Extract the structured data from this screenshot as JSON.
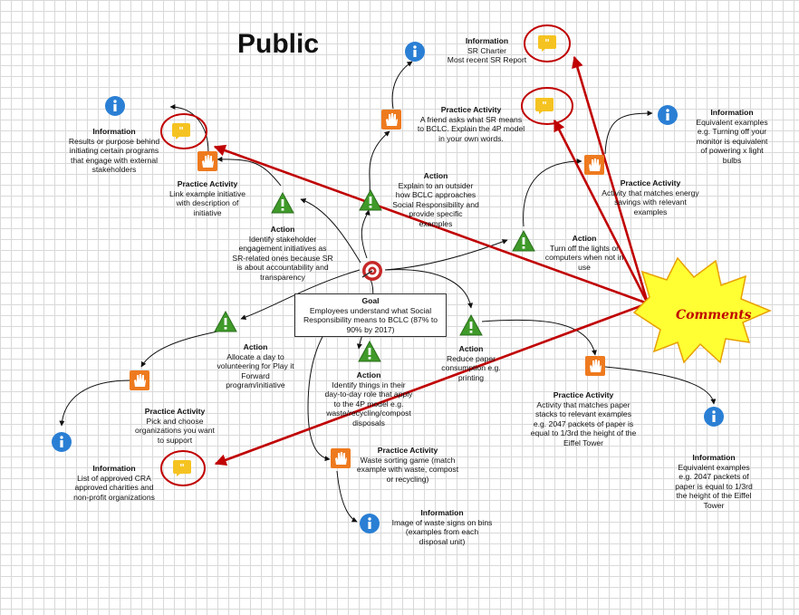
{
  "title": "Public",
  "goal": {
    "title": "Goal",
    "text": "Employees understand what Social Responsibility means to BCLC (87% to 90% by 2017)"
  },
  "comments_label": "Comments",
  "nodes": {
    "info_charter": {
      "title": "Information",
      "lines": [
        "SR Charter",
        "Most recent SR Report"
      ]
    },
    "pa_friend": {
      "title": "Practice Activity",
      "lines": [
        "A friend asks what SR means",
        "to BCLC. Explain the 4P model",
        "in your own words."
      ]
    },
    "info_equiv_energy": {
      "title": "Information",
      "lines": [
        "Equivalent examples",
        "e.g. Turning off your",
        "monitor is equivalent",
        "of powering x light",
        "bulbs"
      ]
    },
    "info_results": {
      "title": "Information",
      "lines": [
        "Results or purpose behind",
        "initiating certain programs",
        "that engage with external",
        "stakeholders"
      ]
    },
    "pa_link": {
      "title": "Practice Activity",
      "lines": [
        "Link example initiative",
        "with description of",
        "initiative"
      ]
    },
    "action_explain": {
      "title": "Action",
      "lines": [
        "Explain to an outsider",
        "how BCLC approaches",
        "Social Responsibility and",
        "provide specific",
        "examples"
      ]
    },
    "pa_energy": {
      "title": "Practice Activity",
      "lines": [
        "Activity that matches energy",
        "savings with relevant",
        "examples"
      ]
    },
    "action_stakeholder": {
      "title": "Action",
      "lines": [
        "Identify stakeholder",
        "engagement initiatives as",
        "SR-related ones because SR",
        "is about accountability and",
        "transparency"
      ]
    },
    "action_lights": {
      "title": "Action",
      "lines": [
        "Turn off the lights or",
        "computers when not in",
        "use"
      ]
    },
    "action_volunteer": {
      "title": "Action",
      "lines": [
        "Allocate a day to",
        "volunteering for Play it",
        "Forward",
        "program/initiative"
      ]
    },
    "action_identify": {
      "title": "Action",
      "lines": [
        "Identify things in their",
        "day-to-day role that apply",
        "to the 4P model e.g.",
        "waste/recycling/compost",
        "disposals"
      ]
    },
    "action_paper": {
      "title": "Action",
      "lines": [
        "Reduce paper",
        "consumption e.g.",
        "printing"
      ]
    },
    "pa_paper": {
      "title": "Practice Activity",
      "lines": [
        "Activity that matches paper",
        "stacks to relevant examples",
        "e.g. 2047 packets of paper is",
        "equal to 1/3rd the height of the",
        "Eiffel Tower"
      ]
    },
    "pa_charities": {
      "title": "Practice Activity",
      "lines": [
        "Pick and choose",
        "organizations you want",
        "to support"
      ]
    },
    "info_cra": {
      "title": "Information",
      "lines": [
        "List of approved CRA",
        "approved charities and",
        "non-profit organizations"
      ]
    },
    "pa_waste": {
      "title": "Practice Activity",
      "lines": [
        "Waste sorting game (match",
        "example with waste, compost",
        "or recycling)"
      ]
    },
    "info_bins": {
      "title": "Information",
      "lines": [
        "Image of waste signs on bins",
        "(examples from each",
        "disposal unit)"
      ]
    },
    "info_eiffel": {
      "title": "Information",
      "lines": [
        "Equivalent examples",
        "e.g. 2047 packets of",
        "paper is equal to 1/3rd",
        "the height of the Eiffel",
        "Tower"
      ]
    }
  },
  "colors": {
    "accent_red": "#c00000",
    "info_blue": "#2a7fd4",
    "action_green": "#3f9a2a",
    "activity_orange": "#ee7a1f",
    "comment_yellow": "#f5c321",
    "star_fill": "#ffff33"
  }
}
